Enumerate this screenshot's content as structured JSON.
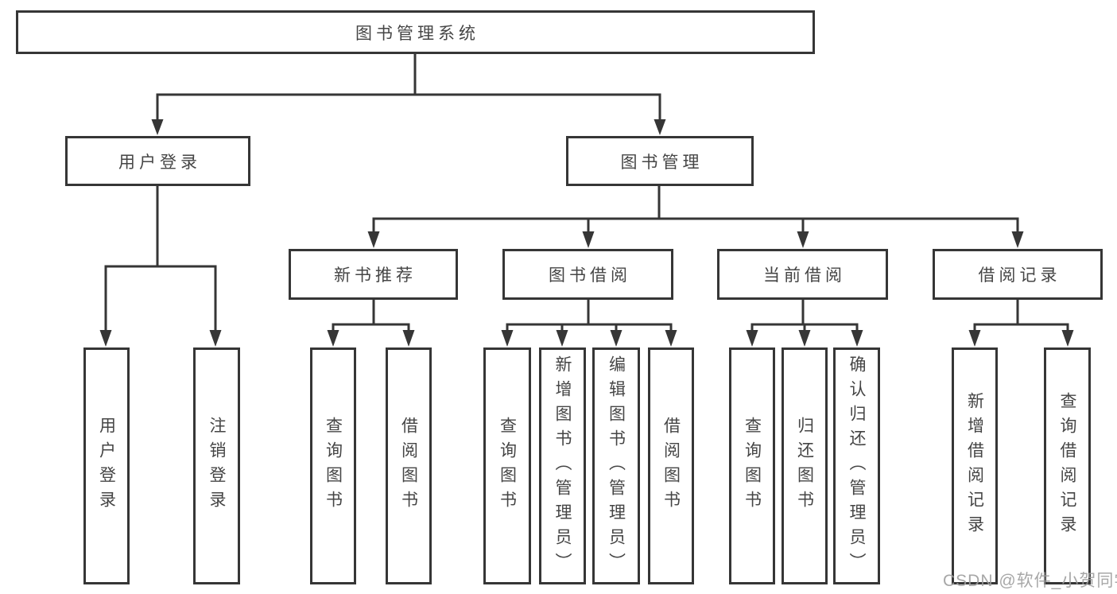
{
  "colors": {
    "line": "#363636",
    "text": "#454545",
    "watermark": "#9e9e9e",
    "background": "#ffffff"
  },
  "watermark": {
    "text": "CSDN @软件_小贺同学"
  },
  "tree": {
    "root": {
      "label": "图书管理系统"
    },
    "branches": [
      {
        "label": "用户登录",
        "children": [
          {
            "label": "用户登录"
          },
          {
            "label": "注销登录"
          }
        ]
      },
      {
        "label": "图书管理",
        "children": [
          {
            "label": "新书推荐",
            "children": [
              {
                "label": "查询图书"
              },
              {
                "label": "借阅图书"
              }
            ]
          },
          {
            "label": "图书借阅",
            "children": [
              {
                "label": "查询图书"
              },
              {
                "label": "新增图书（管理员）"
              },
              {
                "label": "编辑图书（管理员）"
              },
              {
                "label": "借阅图书"
              }
            ]
          },
          {
            "label": "当前借阅",
            "children": [
              {
                "label": "查询图书"
              },
              {
                "label": "归还图书"
              },
              {
                "label": "确认归还（管理员）"
              }
            ]
          },
          {
            "label": "借阅记录",
            "children": [
              {
                "label": "新增借阅记录"
              },
              {
                "label": "查询借阅记录"
              }
            ]
          }
        ]
      }
    ]
  }
}
